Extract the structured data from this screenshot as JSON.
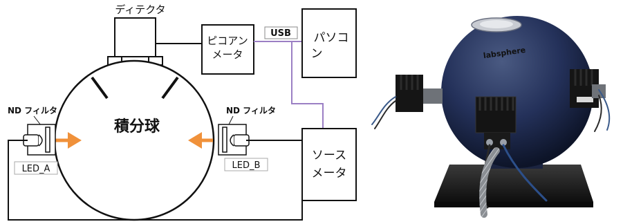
{
  "diagram": {
    "detector_label": "ディテクタ",
    "picoammeter_line1": "ピコアン",
    "picoammeter_line2": "メータ",
    "usb_label": "USB",
    "pc_line1": "パソコ",
    "pc_line2": "ン",
    "sphere_label": "積分球",
    "nd_filter_left": "ND フィルタ",
    "nd_filter_right": "ND フィルタ",
    "led_a_label": "LED_A",
    "led_b_label": "LED_B",
    "sourcemeter_line1": "ソース",
    "sourcemeter_line2": "メータ",
    "usb_line_color": "#9b7fc4",
    "arrow_color": "#f0913a"
  },
  "photo": {
    "brand_text": "labsphere",
    "sphere_color": "#1e2a4a",
    "base_color": "#1a1a1a"
  }
}
